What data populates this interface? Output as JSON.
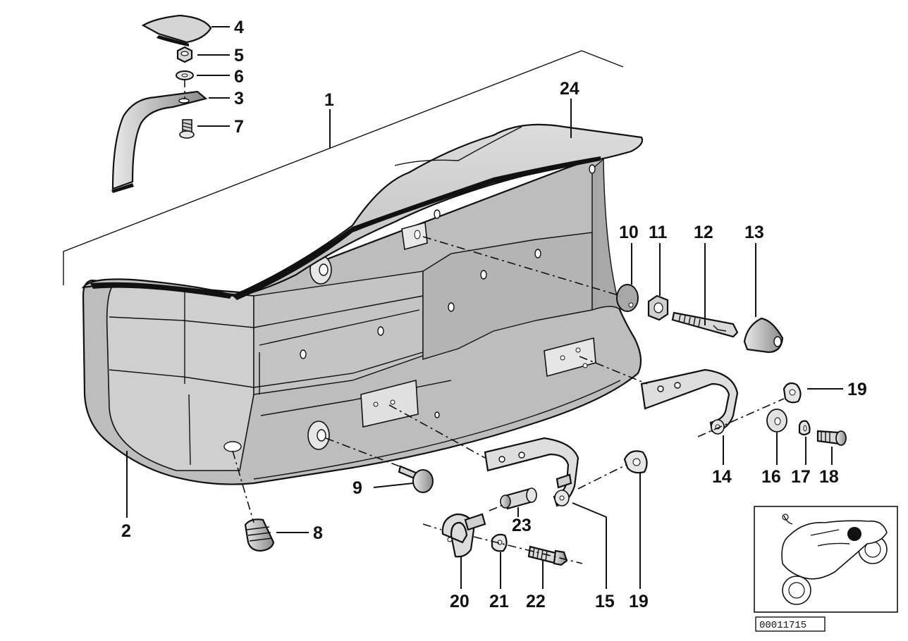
{
  "diagram": {
    "reference_id": "00011715",
    "callouts": [
      {
        "key": "c4",
        "label": "4"
      },
      {
        "key": "c5",
        "label": "5"
      },
      {
        "key": "c6",
        "label": "6"
      },
      {
        "key": "c3",
        "label": "3"
      },
      {
        "key": "c7",
        "label": "7"
      },
      {
        "key": "c1",
        "label": "1"
      },
      {
        "key": "c24",
        "label": "24"
      },
      {
        "key": "c10",
        "label": "10"
      },
      {
        "key": "c11",
        "label": "11"
      },
      {
        "key": "c12",
        "label": "12"
      },
      {
        "key": "c13",
        "label": "13"
      },
      {
        "key": "c19a",
        "label": "19"
      },
      {
        "key": "c14",
        "label": "14"
      },
      {
        "key": "c16",
        "label": "16"
      },
      {
        "key": "c17",
        "label": "17"
      },
      {
        "key": "c18",
        "label": "18"
      },
      {
        "key": "c2",
        "label": "2"
      },
      {
        "key": "c8",
        "label": "8"
      },
      {
        "key": "c9",
        "label": "9"
      },
      {
        "key": "c23",
        "label": "23"
      },
      {
        "key": "c20",
        "label": "20"
      },
      {
        "key": "c21",
        "label": "21"
      },
      {
        "key": "c22",
        "label": "22"
      },
      {
        "key": "c15",
        "label": "15"
      },
      {
        "key": "c19b",
        "label": "19"
      }
    ]
  }
}
